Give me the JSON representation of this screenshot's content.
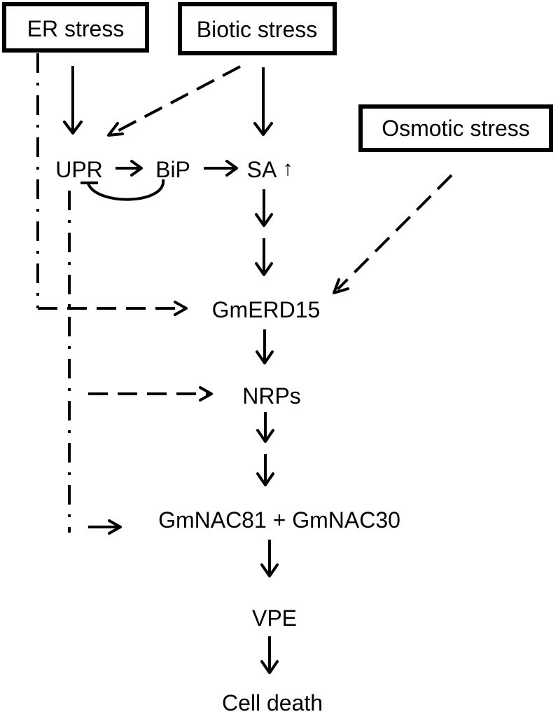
{
  "stressors": {
    "er_stress": "ER stress",
    "biotic_stress": "Biotic stress",
    "osmotic_stress": "Osmotic stress"
  },
  "nodes": {
    "upr": "UPR",
    "bip": "BiP",
    "sa": "SA",
    "sa_up": "↑",
    "gmerd15": "GmERD15",
    "nrps": "NRPs",
    "gmnac": "GmNAC81 + GmNAC30",
    "vpe": "VPE",
    "cell_death": "Cell death"
  }
}
